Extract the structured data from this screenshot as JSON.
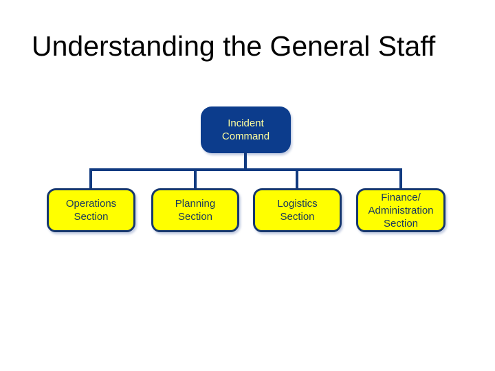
{
  "slide": {
    "title": "Understanding the General Staff",
    "background": "#ffffff",
    "title_color": "#000000"
  },
  "org_chart": {
    "root": {
      "label": "Incident\nCommand"
    },
    "sections": [
      {
        "label": "Operations\nSection"
      },
      {
        "label": "Planning\nSection"
      },
      {
        "label": "Logistics\nSection"
      },
      {
        "label": "Finance/\nAdministration\nSection"
      }
    ],
    "colors": {
      "command_fill": "#0c3c8c",
      "command_text": "#ffff9e",
      "section_fill": "#ffff00",
      "section_border": "#17386e",
      "section_text": "#17375d",
      "connector": "#113a80"
    }
  }
}
